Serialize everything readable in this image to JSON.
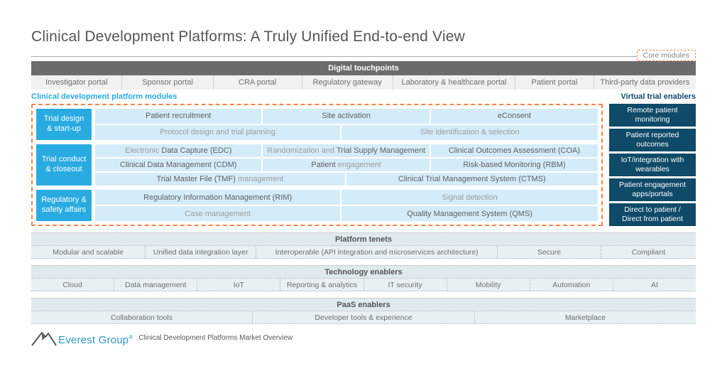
{
  "header": {
    "title": "Clinical Development Platforms: A Truly Unified End-to-end View",
    "core_badge": "Core modules"
  },
  "touchpoints": {
    "title": "Digital touchpoints",
    "portals": [
      {
        "label": "Investigator portal",
        "width": 13.7
      },
      {
        "label": "Sponsor portal",
        "width": 13.7
      },
      {
        "label": "CRA portal",
        "width": 13.3
      },
      {
        "label": "Regulatory gateway",
        "width": 13.7
      },
      {
        "label": "Laboratory & healthcare portal",
        "width": 18.4
      },
      {
        "label": "Patient portal",
        "width": 11.8
      },
      {
        "label": "Third-party data providers",
        "width": 15.4
      }
    ]
  },
  "labels": {
    "left": "Clinical development platform modules",
    "right": "Virtual trial enablers"
  },
  "modules": {
    "bands": [
      {
        "category": "Trial design & start-up",
        "rows": [
          {
            "cells": [
              {
                "w": 33.3,
                "parts": [
                  {
                    "t": "Patient recruitment",
                    "muted": false
                  }
                ]
              },
              {
                "w": 33.3,
                "parts": [
                  {
                    "t": "Site activation",
                    "muted": false
                  }
                ]
              },
              {
                "w": 33.4,
                "parts": [
                  {
                    "t": "eConsent",
                    "muted": false
                  }
                ]
              }
            ]
          },
          {
            "cells": [
              {
                "w": 48.9,
                "parts": [
                  {
                    "t": "Protocol design and trial planning",
                    "muted": true
                  }
                ]
              },
              {
                "w": 51.1,
                "parts": [
                  {
                    "t": "Site identification & selection",
                    "muted": true
                  }
                ]
              }
            ]
          }
        ]
      },
      {
        "category": "Trial conduct & closeout",
        "rows": [
          {
            "cells": [
              {
                "w": 33.3,
                "parts": [
                  {
                    "t": "Electronic ",
                    "muted": true
                  },
                  {
                    "t": "Data Capture (EDC)",
                    "muted": false
                  }
                ]
              },
              {
                "w": 33.3,
                "parts": [
                  {
                    "t": "Randomization and ",
                    "muted": true
                  },
                  {
                    "t": "Trial Supply Management",
                    "muted": false
                  }
                ]
              },
              {
                "w": 33.4,
                "parts": [
                  {
                    "t": "Clinical Outcomes Assessment (COA)",
                    "muted": false
                  }
                ]
              }
            ]
          },
          {
            "cells": [
              {
                "w": 33.3,
                "parts": [
                  {
                    "t": "Clinical Data Management (CDM)",
                    "muted": false
                  }
                ]
              },
              {
                "w": 33.3,
                "parts": [
                  {
                    "t": "Patient ",
                    "muted": false
                  },
                  {
                    "t": "engagement",
                    "muted": true
                  }
                ]
              },
              {
                "w": 33.4,
                "parts": [
                  {
                    "t": "Risk-based Monitoring (RBM)",
                    "muted": false
                  }
                ]
              }
            ]
          },
          {
            "cells": [
              {
                "w": 49.8,
                "parts": [
                  {
                    "t": "Trial Master File (TMF) ",
                    "muted": false
                  },
                  {
                    "t": "management",
                    "muted": true
                  }
                ]
              },
              {
                "w": 50.2,
                "parts": [
                  {
                    "t": "Clinical Trial Management System (CTMS)",
                    "muted": false
                  }
                ]
              }
            ]
          }
        ]
      },
      {
        "category": "Regulatory & safety affairs",
        "rows": [
          {
            "cells": [
              {
                "w": 48.9,
                "parts": [
                  {
                    "t": "Regulatory Information Management (RIM)",
                    "muted": false
                  }
                ]
              },
              {
                "w": 51.1,
                "parts": [
                  {
                    "t": "Signal detection",
                    "muted": true
                  }
                ]
              }
            ]
          },
          {
            "cells": [
              {
                "w": 48.9,
                "parts": [
                  {
                    "t": "Case management",
                    "muted": true
                  }
                ]
              },
              {
                "w": 51.1,
                "parts": [
                  {
                    "t": "Quality Management System (QMS)",
                    "muted": false
                  }
                ]
              }
            ]
          }
        ]
      }
    ]
  },
  "virtual_enablers": [
    "Remote patient monitoring",
    "Patient reported outcomes",
    "IoT/integration with wearables",
    "Patient engagement apps/portals",
    "Direct to patient / Direct from patient"
  ],
  "sections": [
    {
      "title": "Platform tenets",
      "items": [
        {
          "label": "Modular and scalable",
          "w": 17.2
        },
        {
          "label": "Unified data integration layer",
          "w": 16.6
        },
        {
          "label": "Interoperable (API integration and microservices architecture)",
          "w": 36.4
        },
        {
          "label": "Secure",
          "w": 15.5
        },
        {
          "label": "Compliant",
          "w": 14.3
        }
      ]
    },
    {
      "title": "Technology enablers",
      "items": [
        {
          "label": "Cloud",
          "w": 12.5
        },
        {
          "label": "Data management",
          "w": 12.5
        },
        {
          "label": "IoT",
          "w": 12.5
        },
        {
          "label": "Reporting & analytics",
          "w": 12.5
        },
        {
          "label": "IT security",
          "w": 12.5
        },
        {
          "label": "Mobility",
          "w": 12.5
        },
        {
          "label": "Automation",
          "w": 12.5
        },
        {
          "label": "AI",
          "w": 12.5
        }
      ]
    },
    {
      "title": "PaaS enablers",
      "items": [
        {
          "label": "Collaboration tools",
          "w": 33.3
        },
        {
          "label": "Developer tools & experience",
          "w": 33.4
        },
        {
          "label": "Marketplace",
          "w": 33.3
        }
      ]
    }
  ],
  "footer": {
    "brand": "Everest Group",
    "reg": "®",
    "caption": "Clinical Development Platforms Market Overview"
  },
  "colors": {
    "accent": "#29abe2",
    "cellblue": "#d4ecf9",
    "navy": "#0f4a69",
    "bar": "#6a6c6e",
    "orange": "#f58345",
    "dark": "#5d5f61",
    "muted": "#9a9c9e",
    "labelnavy": "#134a70",
    "brandblue": "#2f96d0"
  }
}
